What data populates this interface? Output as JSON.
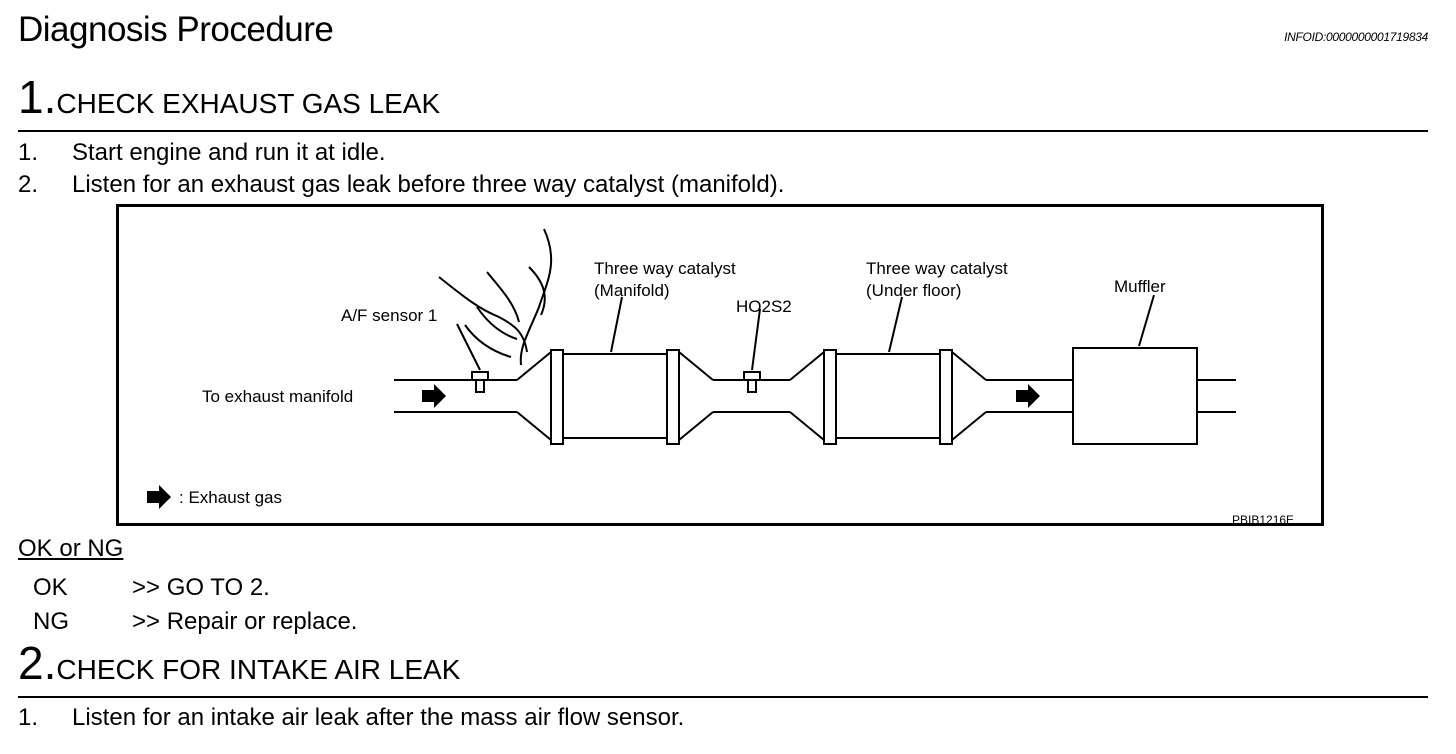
{
  "doc": {
    "title": "Diagnosis Procedure",
    "infoid": "INFOID:0000000001719834"
  },
  "steps": [
    {
      "number": "1.",
      "heading": "CHECK EXHAUST GAS LEAK",
      "items": [
        {
          "num": "1.",
          "text": "Start engine and run it at idle."
        },
        {
          "num": "2.",
          "text": "Listen for an exhaust gas leak before three way catalyst (manifold)."
        }
      ]
    },
    {
      "number": "2.",
      "heading": "CHECK FOR INTAKE AIR LEAK",
      "items": [
        {
          "num": "1.",
          "text": "Listen for an intake air leak after the mass air flow sensor."
        }
      ]
    }
  ],
  "figure": {
    "labels": {
      "twc_manifold_1": "Three way catalyst",
      "twc_manifold_2": "(Manifold)",
      "twc_underfloor_1": "Three way catalyst",
      "twc_underfloor_2": "(Under floor)",
      "muffler": "Muffler",
      "af_sensor": "A/F sensor 1",
      "ho2s2": "HO2S2",
      "to_manifold": "To exhaust manifold",
      "legend": ": Exhaust gas",
      "code": "PBIB1216E"
    }
  },
  "result": {
    "heading": "OK or NG",
    "rows": [
      {
        "code": "OK",
        "text": ">> GO TO 2."
      },
      {
        "code": "NG",
        "text": ">> Repair or replace."
      }
    ]
  }
}
